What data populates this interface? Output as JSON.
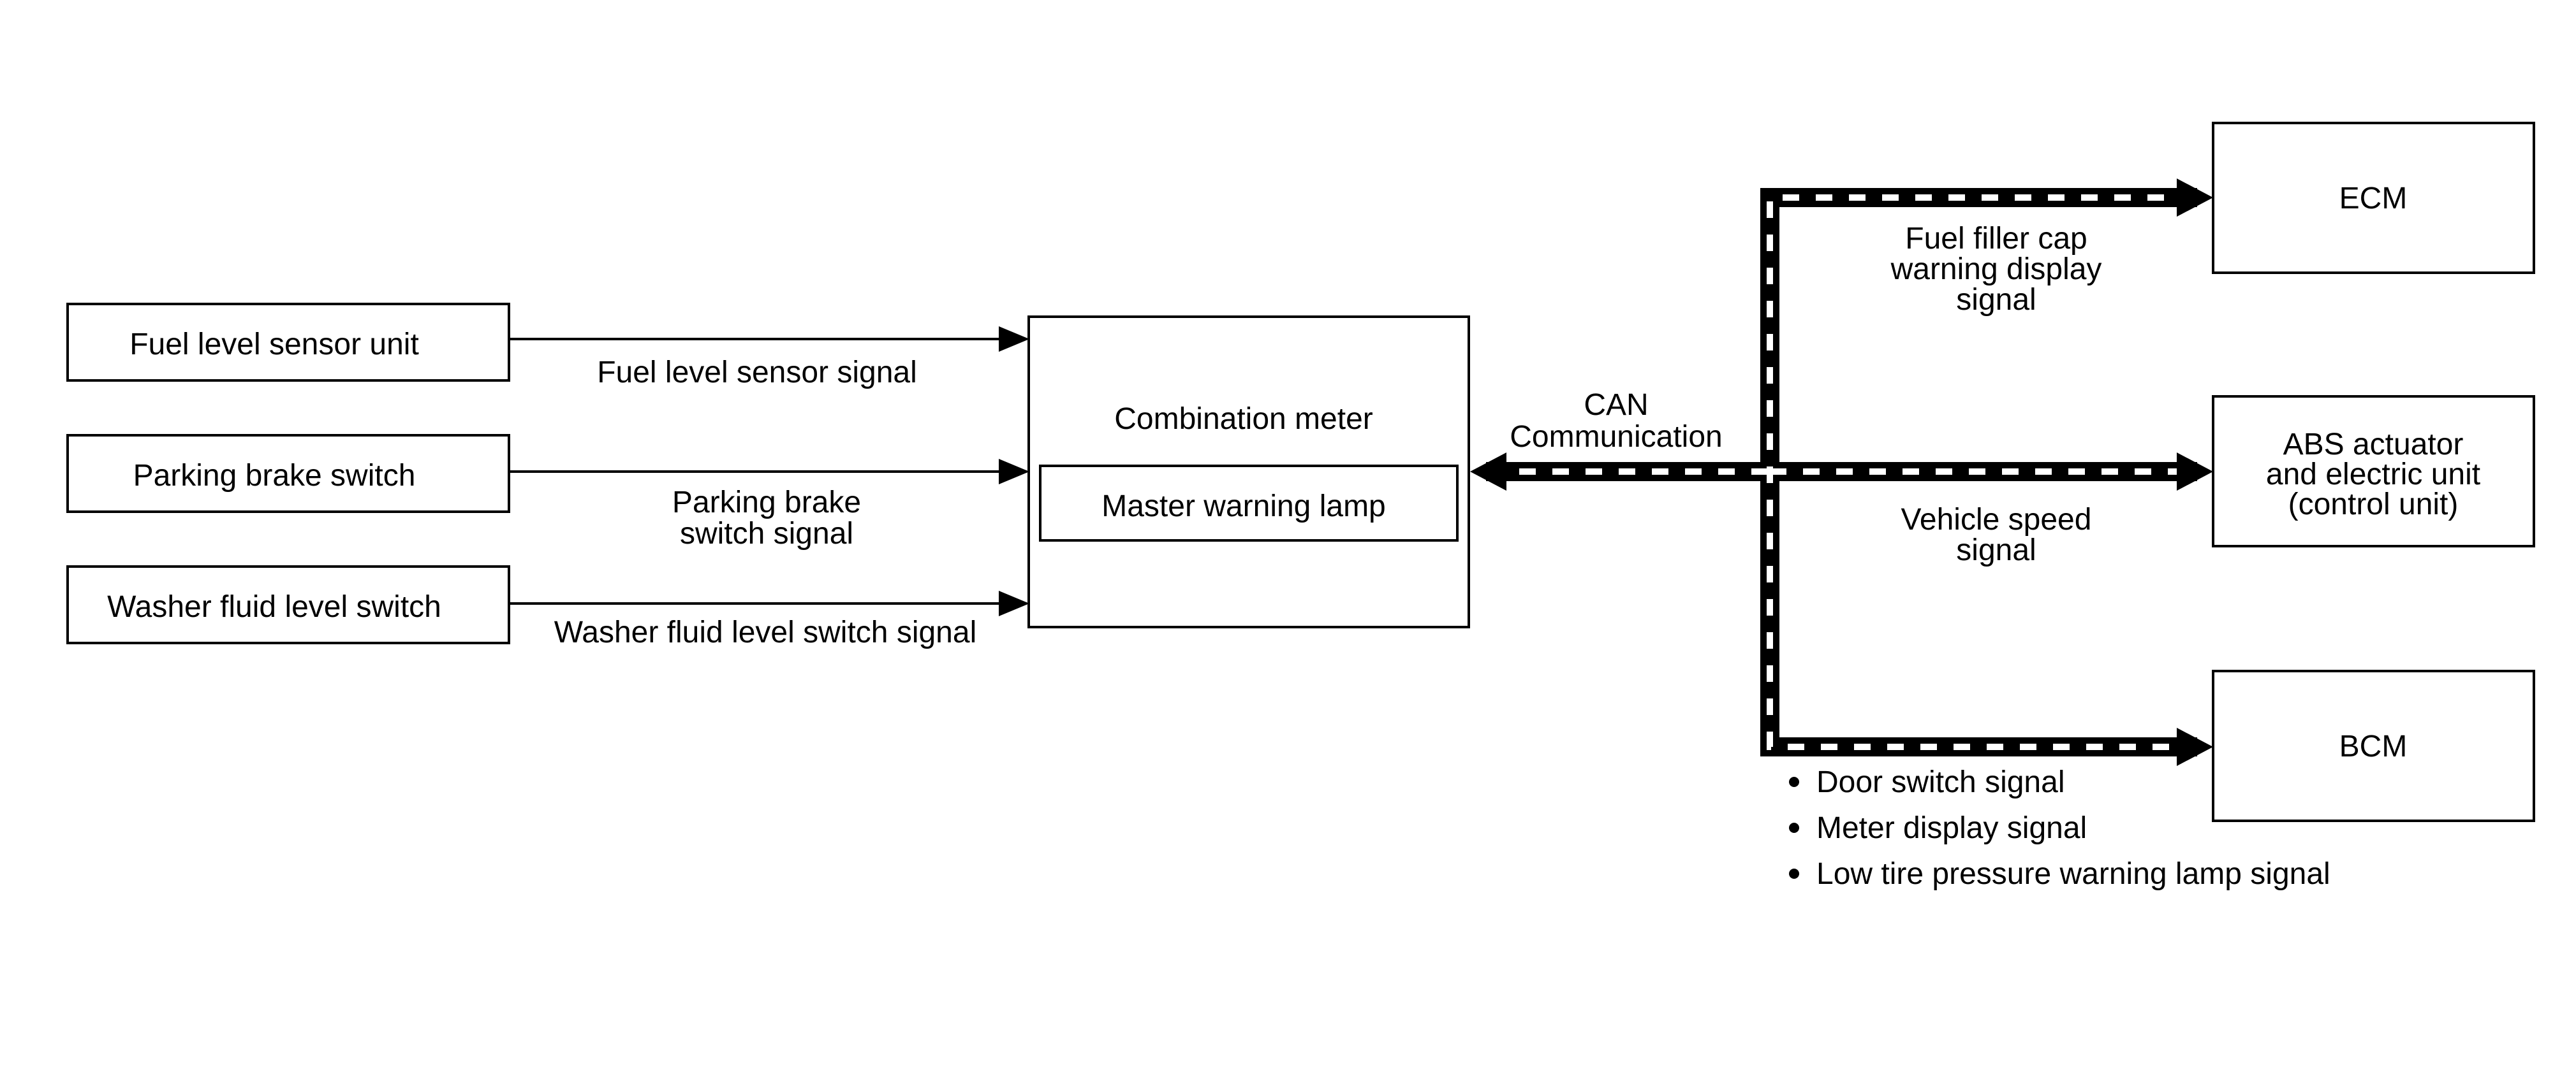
{
  "inputs": [
    {
      "label": "Fuel level sensor unit",
      "signal": [
        "Fuel level sensor signal"
      ]
    },
    {
      "label": "Parking brake switch",
      "signal": [
        "Parking brake",
        "switch signal"
      ]
    },
    {
      "label": "Washer fluid level switch",
      "signal": [
        "Washer fluid level switch signal"
      ]
    }
  ],
  "meter": {
    "title": "Combination meter",
    "lamp": "Master warning lamp"
  },
  "can": {
    "line1": "CAN",
    "line2": "Communication"
  },
  "outputs": [
    {
      "label": [
        "ECM"
      ],
      "signal": [
        "Fuel filler cap",
        "warning display",
        "signal"
      ]
    },
    {
      "label": [
        "ABS actuator",
        "and electric unit",
        "(control unit)"
      ],
      "signal": [
        "Vehicle speed",
        "signal"
      ]
    },
    {
      "label": [
        "BCM"
      ],
      "signal": []
    }
  ],
  "bcm_signals": [
    "Door switch signal",
    "Meter display signal",
    "Low tire pressure warning lamp signal"
  ]
}
